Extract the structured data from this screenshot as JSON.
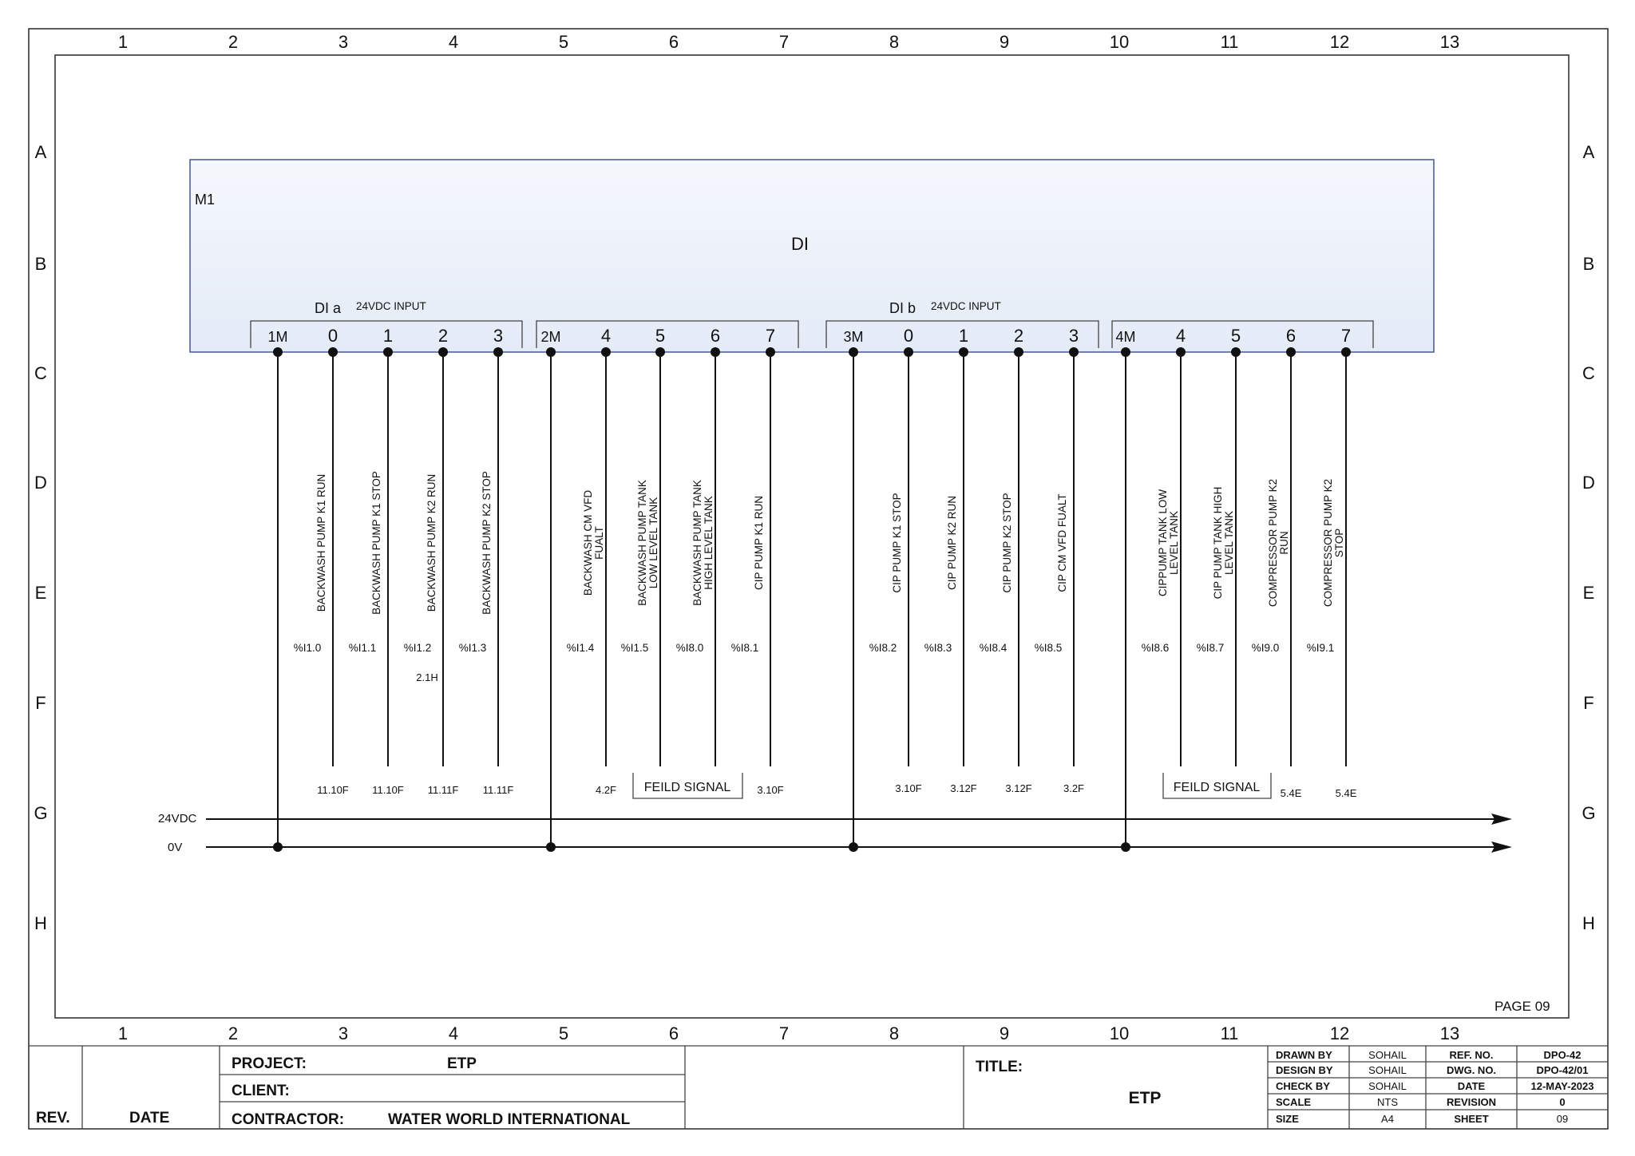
{
  "grid": {
    "columns": [
      "1",
      "2",
      "3",
      "4",
      "5",
      "6",
      "7",
      "8",
      "9",
      "10",
      "11",
      "12",
      "13"
    ],
    "rows": [
      "A",
      "B",
      "C",
      "D",
      "E",
      "F",
      "G",
      "H"
    ]
  },
  "module": {
    "tag": "M1",
    "title": "DI",
    "colors": {
      "fill_top": "#f5f8fd",
      "fill_bottom": "#e4ebf7",
      "border": "#44598c"
    },
    "groups": [
      {
        "label": "DI a",
        "sub": "24VDC INPUT"
      },
      {
        "label": "DI b",
        "sub": "24VDC INPUT"
      }
    ],
    "terminals": [
      "1M",
      "0",
      "1",
      "2",
      "3",
      "2M",
      "4",
      "5",
      "6",
      "7",
      "3M",
      "0",
      "1",
      "2",
      "3",
      "4M",
      "4",
      "5",
      "6",
      "7"
    ]
  },
  "channels": [
    {
      "lines": [
        "BACKWASH PUMP K1 RUN"
      ],
      "address": "%I1.0",
      "xref": "11.10F"
    },
    {
      "lines": [
        "BACKWASH PUMP K1 STOP"
      ],
      "address": "%I1.1",
      "xref": "11.10F"
    },
    {
      "lines": [
        "BACKWASH PUMP K2 RUN"
      ],
      "address": "%I1.2",
      "xref": "11.11F",
      "extra": "2.1H"
    },
    {
      "lines": [
        "BACKWASH PUMP K2 STOP"
      ],
      "address": "%I1.3",
      "xref": "11.11F"
    },
    {
      "lines": [
        "BACKWASH CM VFD",
        "FUALT"
      ],
      "address": "%I1.4",
      "xref": "4.2F"
    },
    {
      "lines": [
        "BACKWASH PUMP TANK",
        "LOW LEVEL TANK"
      ],
      "address": "%I1.5"
    },
    {
      "lines": [
        "BACKWASH PUMP TANK",
        "HIGH  LEVEL TANK"
      ],
      "address": "%I8.0"
    },
    {
      "lines": [
        "CIP PUMP K1 RUN"
      ],
      "address": "%I8.1",
      "xref": "3.10F"
    },
    {
      "lines": [
        "CIP PUMP K1 STOP"
      ],
      "address": "%I8.2",
      "xref": "3.10F"
    },
    {
      "lines": [
        "CIP PUMP K2 RUN"
      ],
      "address": "%I8.3",
      "xref": "3.12F"
    },
    {
      "lines": [
        "CIP PUMP K2 STOP"
      ],
      "address": "%I8.4",
      "xref": "3.12F"
    },
    {
      "lines": [
        "CIP CM VFD FUALT"
      ],
      "address": "%I8.5",
      "xref": "3.2F"
    },
    {
      "lines": [
        "CIPPUMP TANK LOW",
        "LEVEL TANK"
      ],
      "address": "%I8.6"
    },
    {
      "lines": [
        "CIP PUMP TANK HIGH",
        "LEVEL TANK"
      ],
      "address": "%I8.7"
    },
    {
      "lines": [
        "COMPRESSOR PUMP K2",
        "RUN"
      ],
      "address": "%I9.0",
      "xref": "5.4E"
    },
    {
      "lines": [
        "COMPRESSOR PUMP K2",
        "STOP"
      ],
      "address": "%I9.1",
      "xref": "5.4E"
    }
  ],
  "field_signals": [
    "FEILD SIGNAL",
    "FEILD SIGNAL"
  ],
  "buses": {
    "positive": "24VDC",
    "negative": "0V"
  },
  "page_label": "PAGE 09",
  "title_block": {
    "rev_label": "REV.",
    "date_label": "DATE",
    "project_label": "PROJECT:",
    "project_value": "ETP",
    "client_label": "CLIENT:",
    "client_value": "",
    "contractor_label": "CONTRACTOR:",
    "contractor_value": "WATER WORLD INTERNATIONAL",
    "title_label": "TITLE:",
    "title_value": "ETP",
    "drawn_by_label": "DRAWN BY",
    "drawn_by": "SOHAIL",
    "design_by_label": "DESIGN BY",
    "design_by": "SOHAIL",
    "check_by_label": "CHECK BY",
    "check_by": "SOHAIL",
    "scale_label": "SCALE",
    "scale": "NTS",
    "size_label": "SIZE",
    "size": "A4",
    "ref_no_label": "REF. NO.",
    "ref_no": "DPO-42",
    "dwg_no_label": "DWG. NO.",
    "dwg_no": "DPO-42/01",
    "date_label2": "DATE",
    "date": "12-MAY-2023",
    "revision_label": "REVISION",
    "revision": "0",
    "sheet_label": "SHEET",
    "sheet": "09"
  }
}
